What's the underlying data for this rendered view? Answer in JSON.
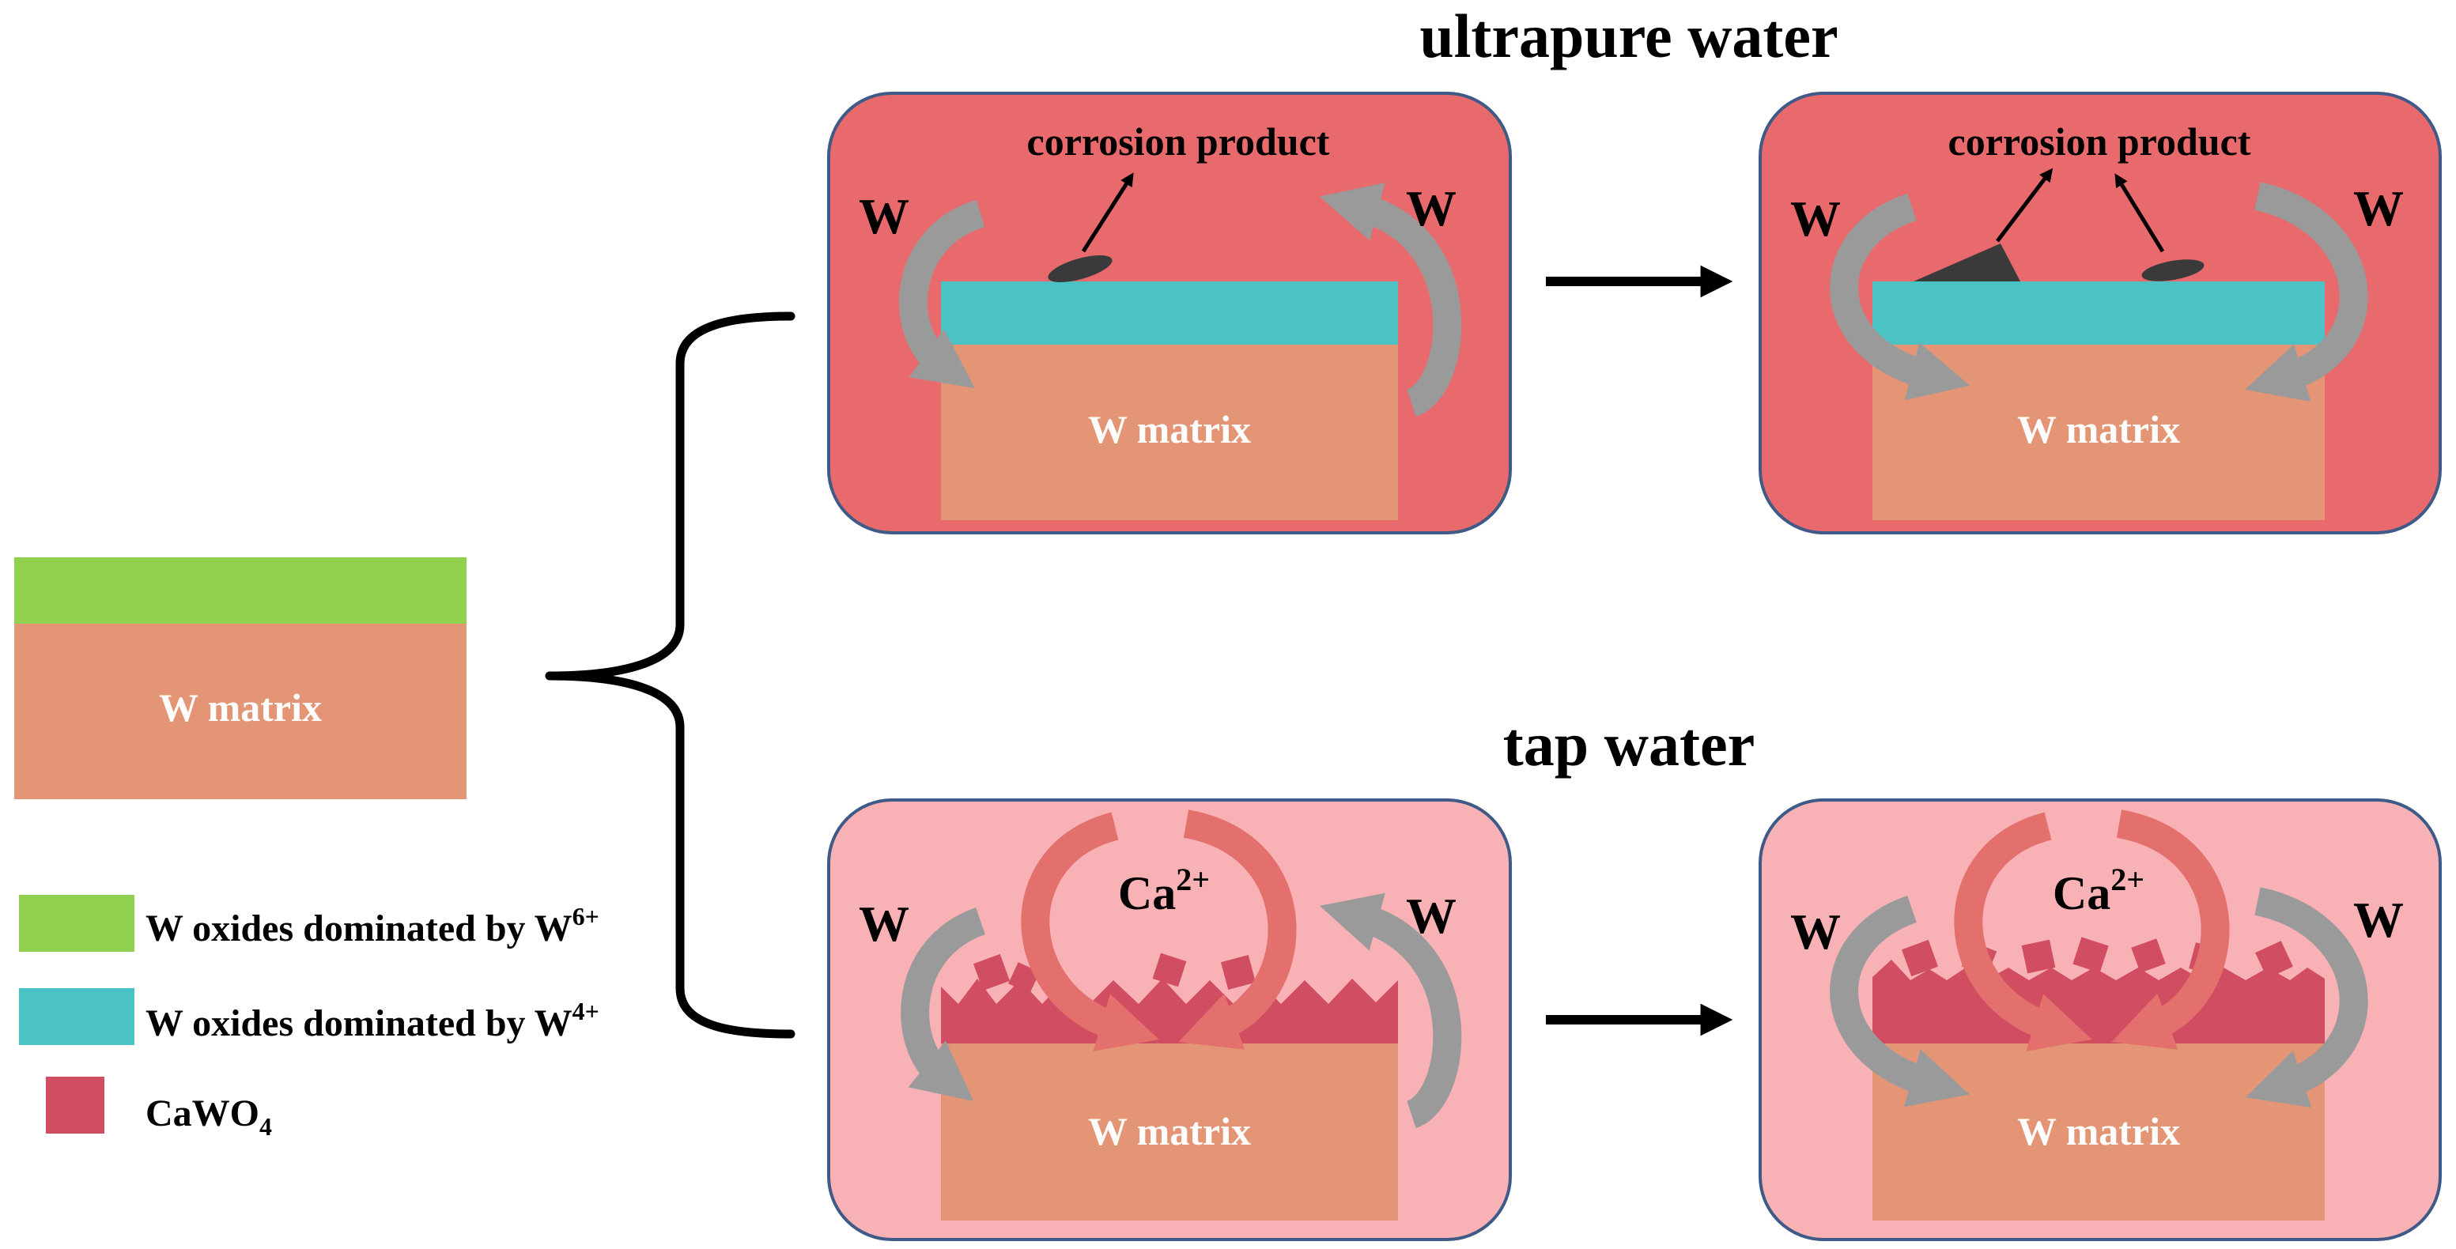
{
  "sections": {
    "ultrapure": {
      "title": "ultrapure water"
    },
    "tap": {
      "title": "tap water"
    }
  },
  "labels": {
    "w_matrix": "W matrix",
    "w": "W",
    "corrosion_product": "corrosion product",
    "ca_base": "Ca",
    "ca_charge": "2+"
  },
  "legend": {
    "items": [
      {
        "base": "W oxides dominated by W",
        "sup": "6+",
        "color": "#92d050"
      },
      {
        "base": "W oxides dominated by W",
        "sup": "4+",
        "color": "#4bc3c4"
      },
      {
        "base": "CaWO",
        "sub": "4",
        "color": "#d14d62"
      }
    ]
  },
  "colors": {
    "w6_oxide": "#92d050",
    "w4_oxide": "#4bc3c4",
    "cawo4": "#d14d62",
    "w_matrix": "#e39575",
    "ultrapure_bg": "#e86a6c",
    "tap_bg": "#f8b2b6",
    "box_border": "#3f5a86",
    "w_arrow": "#9a9a9a",
    "ca_arrow": "#e4706d",
    "corrosion_product": "#3a3a3a"
  },
  "icons": {
    "bracket": "curly-brace",
    "process_arrow": "right-arrow",
    "w_flux": "curved-arrow",
    "ca_flux": "curved-arrow"
  }
}
